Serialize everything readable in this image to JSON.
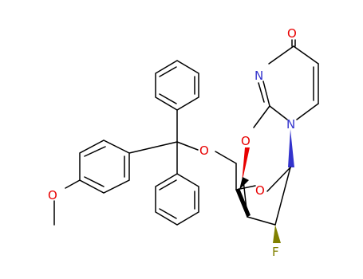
{
  "colors": {
    "bond": "#000000",
    "nitrogen": "#3333cc",
    "oxygen": "#e80000",
    "fluorine": "#808000",
    "wedge_fluorine": "#808000"
  },
  "atoms": {
    "carbonyl_O": "O",
    "ring_N3": "N",
    "ring_N1": "N",
    "bridge_O": "O",
    "trityl_O": "O",
    "methoxy_O": "O",
    "sugar_O": "O",
    "fluorine": "F"
  }
}
